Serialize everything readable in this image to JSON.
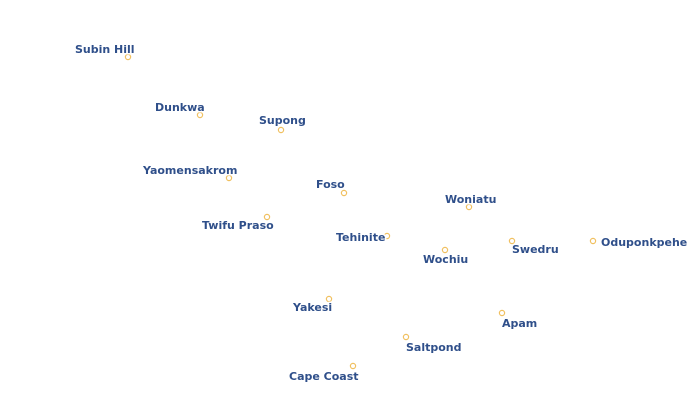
{
  "map": {
    "marker_color": "#f0c060",
    "label_color": "#2f4f8a",
    "places": [
      {
        "name": "Subin Hill"
      },
      {
        "name": "Dunkwa"
      },
      {
        "name": "Supong"
      },
      {
        "name": "Yaomensakrom"
      },
      {
        "name": "Foso"
      },
      {
        "name": "Woniatu"
      },
      {
        "name": "Twifu Praso"
      },
      {
        "name": "Tehinite"
      },
      {
        "name": "Wochiu"
      },
      {
        "name": "Swedru"
      },
      {
        "name": "Oduponkpehe"
      },
      {
        "name": "Yakesi"
      },
      {
        "name": "Apam"
      },
      {
        "name": "Saltpond"
      },
      {
        "name": "Cape Coast"
      }
    ]
  }
}
